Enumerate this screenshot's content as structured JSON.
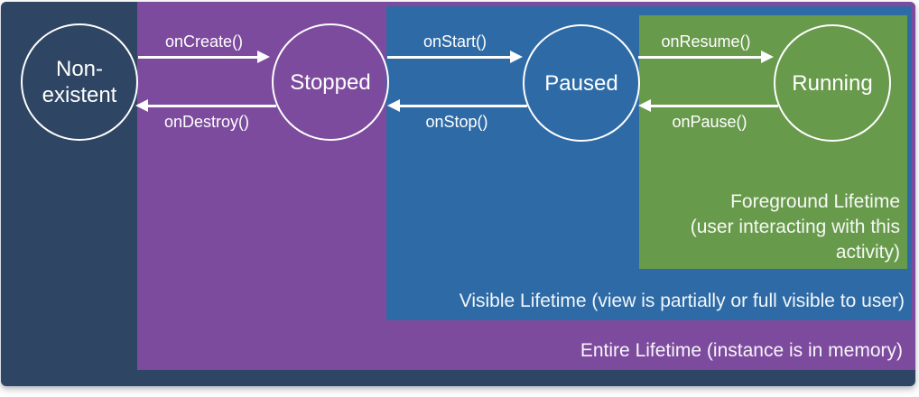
{
  "colors": {
    "slide_background": "#2e4563",
    "entire_lifetime_fill": "#7d4b9e",
    "visible_lifetime_fill": "#2e6ba6",
    "foreground_lifetime_fill": "#689a4c",
    "stroke_and_text": "#ffffff"
  },
  "states": {
    "nonexistent": {
      "line1": "Non-",
      "line2": "existent"
    },
    "stopped": {
      "label": "Stopped"
    },
    "paused": {
      "label": "Paused"
    },
    "running": {
      "label": "Running"
    }
  },
  "transitions": {
    "create": {
      "label": "onCreate()"
    },
    "destroy": {
      "label": "onDestroy()"
    },
    "start": {
      "label": "onStart()"
    },
    "stop": {
      "label": "onStop()"
    },
    "resume": {
      "label": "onResume()"
    },
    "pause": {
      "label": "onPause()"
    }
  },
  "regions": {
    "foreground": {
      "lines": [
        "Foreground Lifetime",
        "(user interacting with this",
        "activity)"
      ]
    },
    "visible": {
      "caption": "Visible Lifetime (view is partially or full visible to user)"
    },
    "entire": {
      "caption": "Entire Lifetime (instance is in memory)"
    }
  }
}
